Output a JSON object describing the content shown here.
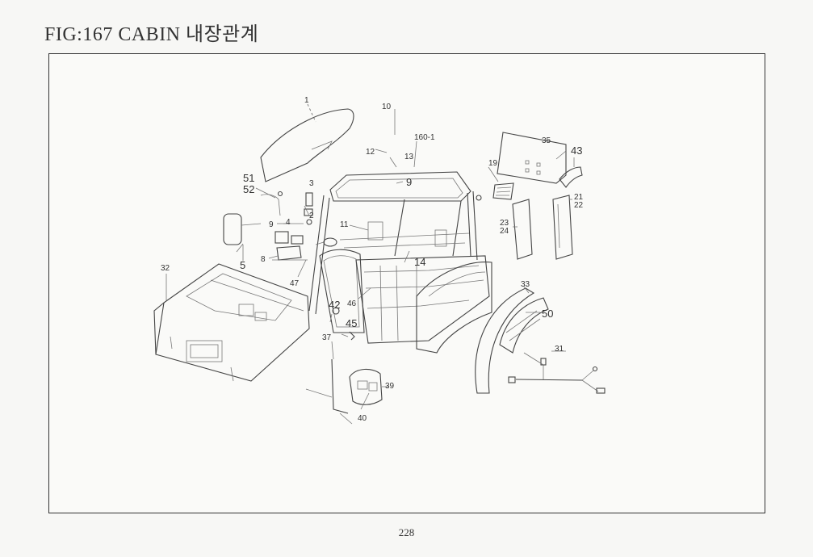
{
  "title": "FIG:167  CABIN  내장관계",
  "page_number": "228",
  "callouts": [
    {
      "id": "c1",
      "text": "1"
    },
    {
      "id": "c10",
      "text": "10"
    },
    {
      "id": "c160",
      "text": "160-1"
    },
    {
      "id": "c12",
      "text": "12"
    },
    {
      "id": "c13",
      "text": "13"
    },
    {
      "id": "c9a",
      "text": "9"
    },
    {
      "id": "c51",
      "text": "51"
    },
    {
      "id": "c52",
      "text": "52"
    },
    {
      "id": "c3",
      "text": "3"
    },
    {
      "id": "c2",
      "text": "2"
    },
    {
      "id": "c9b",
      "text": "9"
    },
    {
      "id": "c4",
      "text": "4"
    },
    {
      "id": "c11",
      "text": "11"
    },
    {
      "id": "c5",
      "text": "5"
    },
    {
      "id": "c8",
      "text": "8"
    },
    {
      "id": "c47",
      "text": "47"
    },
    {
      "id": "c14",
      "text": "14"
    },
    {
      "id": "c32",
      "text": "32"
    },
    {
      "id": "c46",
      "text": "46"
    },
    {
      "id": "c42",
      "text": "42"
    },
    {
      "id": "c45",
      "text": "45"
    },
    {
      "id": "c37",
      "text": "37"
    },
    {
      "id": "c39",
      "text": "39"
    },
    {
      "id": "c40",
      "text": "40"
    },
    {
      "id": "c35",
      "text": "35"
    },
    {
      "id": "c43",
      "text": "43"
    },
    {
      "id": "c19",
      "text": "19"
    },
    {
      "id": "c21",
      "text": "21"
    },
    {
      "id": "c22",
      "text": "22"
    },
    {
      "id": "c23",
      "text": "23"
    },
    {
      "id": "c24",
      "text": "24"
    },
    {
      "id": "c33",
      "text": "33"
    },
    {
      "id": "c50",
      "text": "50"
    },
    {
      "id": "c31",
      "text": "31"
    }
  ]
}
